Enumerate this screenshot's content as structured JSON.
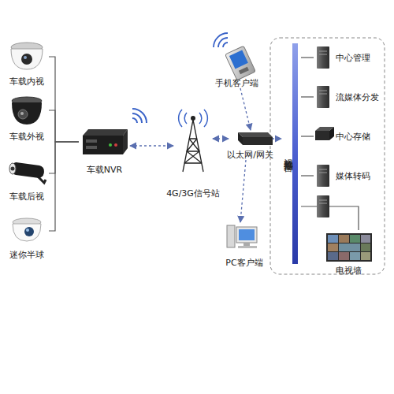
{
  "diagram": {
    "nodes": [
      {
        "text": [
          "车载内视"
        ]
      },
      {
        "text": [
          "车载外视"
        ]
      },
      {
        "text": [
          "车载后视"
        ]
      },
      {
        "text": [
          "迷你半球"
        ]
      },
      {
        "text": [
          "车载NVR"
        ]
      },
      {
        "text": [
          "4G/3G信号站"
        ]
      },
      {
        "text": [
          "手机客户端"
        ]
      },
      {
        "text": [
          "以太网/网关"
        ]
      },
      {
        "text": [
          "PC客户端"
        ]
      },
      {
        "text": [
          "视频监控平台"
        ]
      },
      {
        "text": [
          "中心管理"
        ]
      },
      {
        "text": [
          "流媒体分发"
        ]
      },
      {
        "text": [
          "中心存储"
        ]
      },
      {
        "text": [
          "媒体转码"
        ]
      },
      {
        "text": [
          "电视墙"
        ]
      }
    ],
    "edges": [
      {
        "from": 0,
        "to": 4,
        "arrow": "none"
      },
      {
        "from": 1,
        "to": 4,
        "arrow": "none"
      },
      {
        "from": 2,
        "to": 4,
        "arrow": "none"
      },
      {
        "from": 3,
        "to": 4,
        "arrow": "none"
      },
      {
        "from": 4,
        "to": 5,
        "arrow": "both"
      },
      {
        "from": 5,
        "to": 7,
        "arrow": "both"
      },
      {
        "from": 6,
        "to": 7,
        "arrow": "to"
      },
      {
        "from": 7,
        "to": 8,
        "arrow": "to"
      },
      {
        "from": 7,
        "to": 9,
        "arrow": "to"
      },
      {
        "from": 9,
        "to": 10,
        "arrow": "none"
      },
      {
        "from": 9,
        "to": 11,
        "arrow": "none"
      },
      {
        "from": 9,
        "to": 12,
        "arrow": "none"
      },
      {
        "from": 9,
        "to": 13,
        "arrow": "none"
      },
      {
        "from": 9,
        "to": 14,
        "arrow": "none"
      }
    ]
  }
}
